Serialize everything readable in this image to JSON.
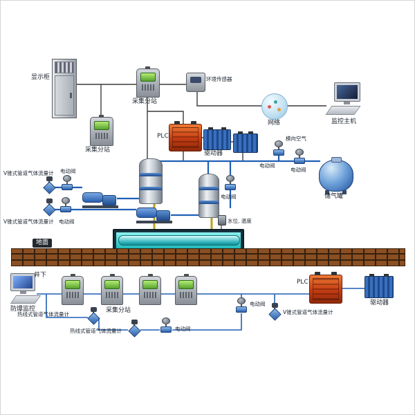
{
  "surface": {
    "display_cabinet": "显示柜",
    "substation_a": "采集分站",
    "env_sensor": "环境传感器",
    "network": "网络",
    "monitor_host": "监控主机",
    "substation_b": "采集分站",
    "plc": "PLC",
    "driver": "驱动器",
    "lateral_air": "模向空气",
    "valve_air": "电动阀",
    "valve_tank": "电动阀",
    "gas_tank": "储气罐",
    "vcone_flowmeter_1": "V锥式管道气体流量计",
    "valve_line1": "电动阀",
    "vcone_flowmeter_2": "V锥式管道气体流量计",
    "valve_line2": "电动阀",
    "valve_mid": "电动阀",
    "water_level_temp": "水位, 温度",
    "ground": "地面"
  },
  "underground": {
    "mine": "井下",
    "explosionproof_monitor": "防爆监控",
    "substation": "采集分站",
    "hotwire_flowmeter_1": "热线式管道气体流量计",
    "hotwire_flowmeter_2": "热线式管道气体流量计",
    "valve_right": "电动阀",
    "valve_mid": "电动阀",
    "plc": "PLC",
    "driver": "驱动器",
    "vcone_flowmeter": "V锥式管道气体流量计"
  },
  "colors": {
    "pipe_blue": "#1f5fb5",
    "signal_line": "#3a3a3a",
    "yellow_pipe": "#b9a11a",
    "plc_orange": "#d14f1e",
    "driver_blue": "#2a5fae",
    "screen_green": "#6cc24a",
    "water_cyan": "#2fb4bc",
    "brick_brown": "#8a4f22"
  }
}
